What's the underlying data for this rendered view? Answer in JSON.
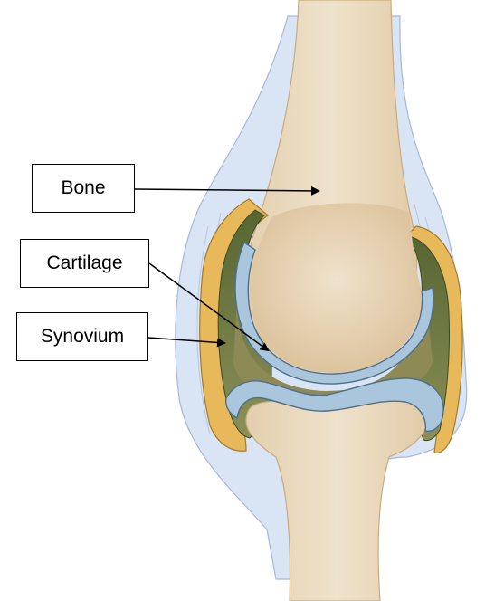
{
  "diagram": {
    "labels": {
      "bone": "Bone",
      "cartilage": "Cartilage",
      "synovium": "Synovium"
    }
  },
  "colors": {
    "bone": "#ead9bd",
    "bone_shadow": "#d9c09b",
    "cartilage": "#a9c6dc",
    "cartilage_edge": "#54748f",
    "synovium": "#5b6a37",
    "synovium_light": "#7e8a4c",
    "capsule": "#e8b95a",
    "capsule_edge": "#a17a2c",
    "soft_tissue": "#d4e0f4",
    "soft_tissue_edge": "#9fb2d6",
    "label_border": "#000000",
    "arrow": "#000000"
  }
}
